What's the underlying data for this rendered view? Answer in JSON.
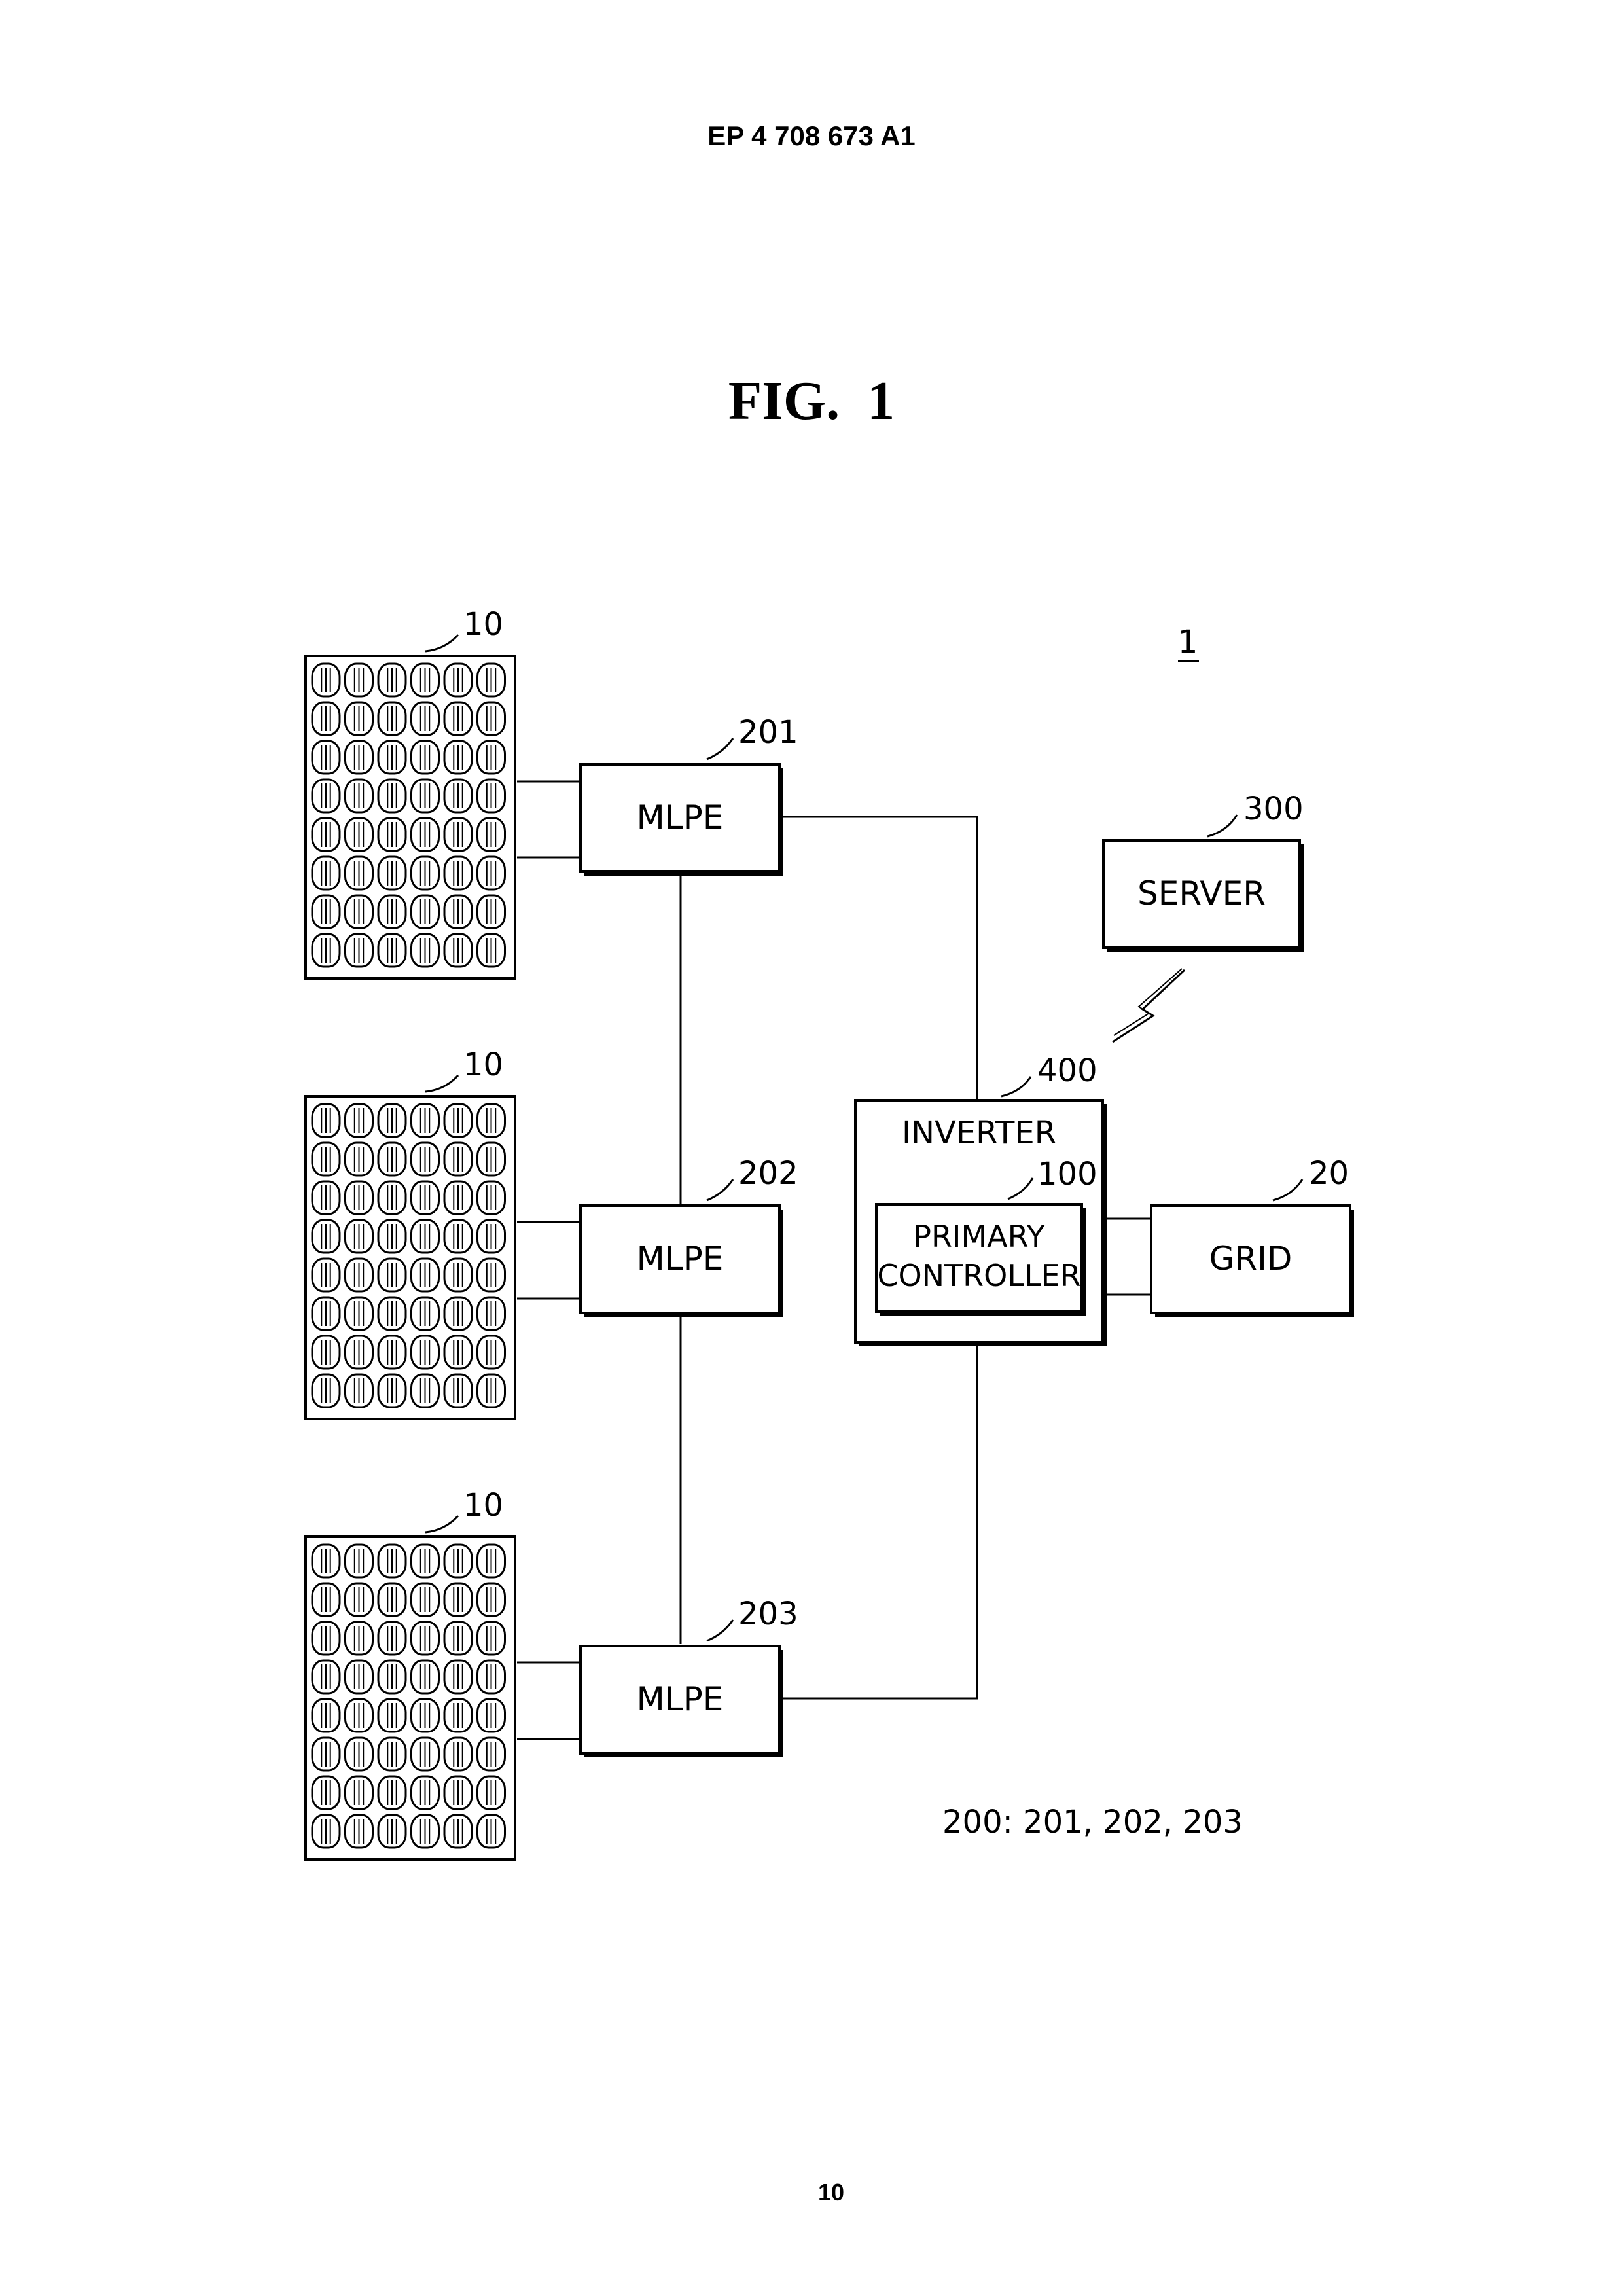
{
  "header": {
    "publication_number": "EP 4 708 673 A1"
  },
  "figure": {
    "title": "FIG.  1"
  },
  "system_ref": "1",
  "panels": [
    {
      "ref": "10"
    },
    {
      "ref": "10"
    },
    {
      "ref": "10"
    }
  ],
  "mlpe": [
    {
      "ref": "201",
      "label": "MLPE"
    },
    {
      "ref": "202",
      "label": "MLPE"
    },
    {
      "ref": "203",
      "label": "MLPE"
    }
  ],
  "server": {
    "ref": "300",
    "label": "SERVER"
  },
  "wireless_link_icon": "lightning-bolt",
  "inverter": {
    "ref": "400",
    "label": "INVERTER",
    "controller": {
      "ref": "100",
      "label_line1": "PRIMARY",
      "label_line2": "CONTROLLER"
    }
  },
  "grid": {
    "ref": "20",
    "label": "GRID"
  },
  "legend_note": "200: 201, 202, 203",
  "page_number": "10"
}
